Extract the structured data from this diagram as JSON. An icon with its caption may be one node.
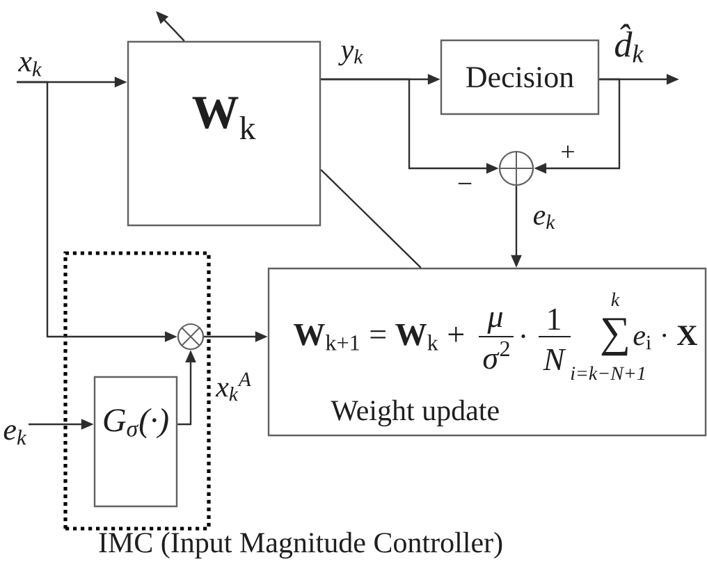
{
  "diagram": {
    "nodes": [
      {
        "text": [
          "x$_{k}$"
        ]
      },
      {
        "text": [
          "**W**$_{k}$"
        ]
      },
      {
        "text": [
          "Decision"
        ]
      },
      {
        "text": [],
        "shape": "circle"
      },
      {
        "text": [
          "IMC (Input Magnitude Controller)"
        ]
      },
      {
        "text": [],
        "shape": "circle",
        "in": 4
      },
      {
        "text": [
          "**W**$_{k+1}$ = **W**$_{k}$ +",
          "μ",
          "*σ*$^{2}$",
          "·",
          "1",
          "N",
          "k",
          "∑",
          "i=k−N+1",
          "*e*$_{i}$ · **X**",
          "Weight update"
        ]
      },
      {
        "text": [
          "e$_{k}$"
        ]
      },
      {
        "text": [
          "G$_{σ}$(·)"
        ],
        "in": 4
      }
    ],
    "edges": [
      {
        "from": 0,
        "to": 1,
        "arrow": "to"
      },
      {
        "from": 0,
        "to": 5,
        "arrow": "to"
      },
      {
        "from": 1,
        "to": null,
        "arrow": "to"
      },
      {
        "from": 1,
        "to": 2,
        "arrow": "to",
        "label": "y$_{k}$"
      },
      {
        "from": 1,
        "to": 3,
        "arrow": "to",
        "label": "−"
      },
      {
        "from": 2,
        "to": null,
        "arrow": "to",
        "label": "d̂$_{k}$"
      },
      {
        "from": 2,
        "to": 3,
        "arrow": "to",
        "label": "+"
      },
      {
        "from": 3,
        "to": 6,
        "arrow": "to",
        "label": "e$_{k}$"
      },
      {
        "from": 6,
        "to": 1,
        "arrow": "none"
      },
      {
        "from": 7,
        "to": 8,
        "arrow": "to"
      },
      {
        "from": 8,
        "to": 5,
        "arrow": "to"
      },
      {
        "from": 5,
        "to": 6,
        "arrow": "to",
        "label": "x$_{k}$$^{A}$"
      }
    ]
  }
}
